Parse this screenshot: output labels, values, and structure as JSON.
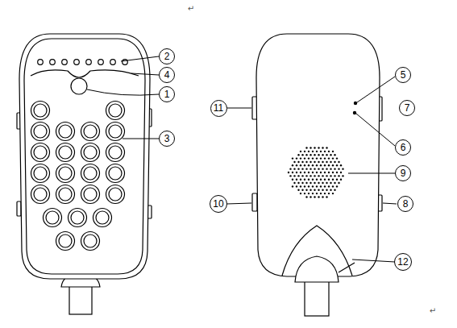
{
  "diagram": {
    "labels": [
      "↵",
      "2",
      "4",
      "1",
      "3",
      "5",
      "11",
      "7",
      "6",
      "9",
      "10",
      "8",
      "12",
      "↵"
    ]
  }
}
